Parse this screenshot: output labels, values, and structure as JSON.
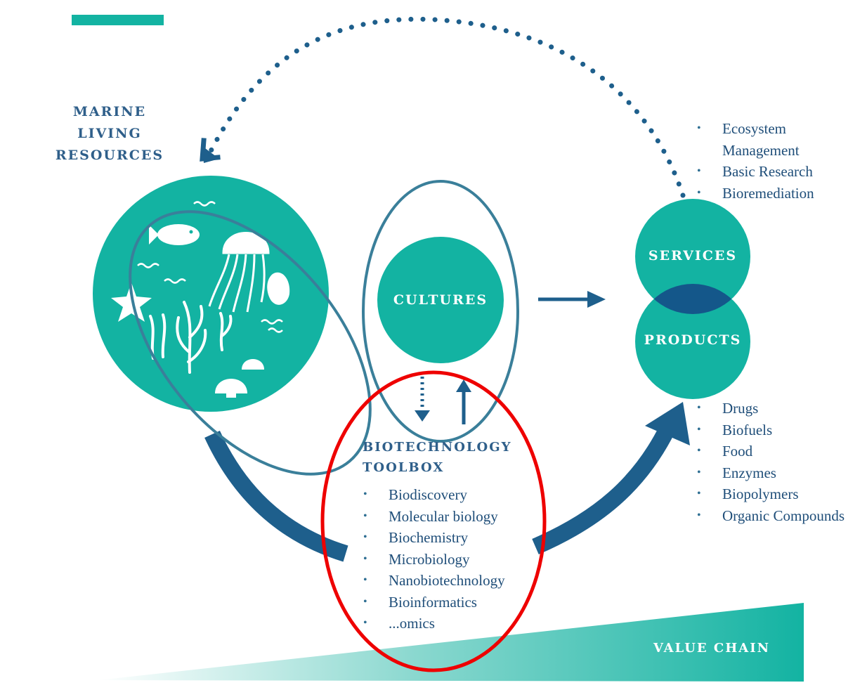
{
  "colors": {
    "teal": "#13b3a2",
    "dark_blue": "#1e5f8c",
    "navy_overlap": "#14578a",
    "outline_blue": "#3a7f9a",
    "highlight_red": "#ee0000",
    "text_blue": "#2f5f8a"
  },
  "resources": {
    "title_lines": [
      "MARINE",
      "LIVING",
      "RESOURCES"
    ],
    "icons": [
      "fish-icon",
      "jellyfish-icon",
      "starfish-icon",
      "seaweed-icon",
      "shell-icon",
      "scallop-icon",
      "waves-icon"
    ]
  },
  "cultures": {
    "label": "CULTURES"
  },
  "services": {
    "label": "SERVICES"
  },
  "products": {
    "label": "PRODUCTS"
  },
  "services_list": [
    "Ecosystem",
    "Management",
    "Basic Research",
    "Bioremediation"
  ],
  "products_list": [
    "Drugs",
    "Biofuels",
    "Food",
    "Enzymes",
    "Biopolymers",
    "Organic Compounds"
  ],
  "toolbox": {
    "title_lines": [
      "BIOTECHNOLOGY",
      "TOOLBOX"
    ],
    "items": [
      "Biodiscovery",
      "Molecular biology",
      "Biochemistry",
      "Microbiology",
      "Nanobiotechnology",
      "Bioinformatics",
      "...omics"
    ]
  },
  "value_chain": {
    "label": "VALUE CHAIN"
  }
}
